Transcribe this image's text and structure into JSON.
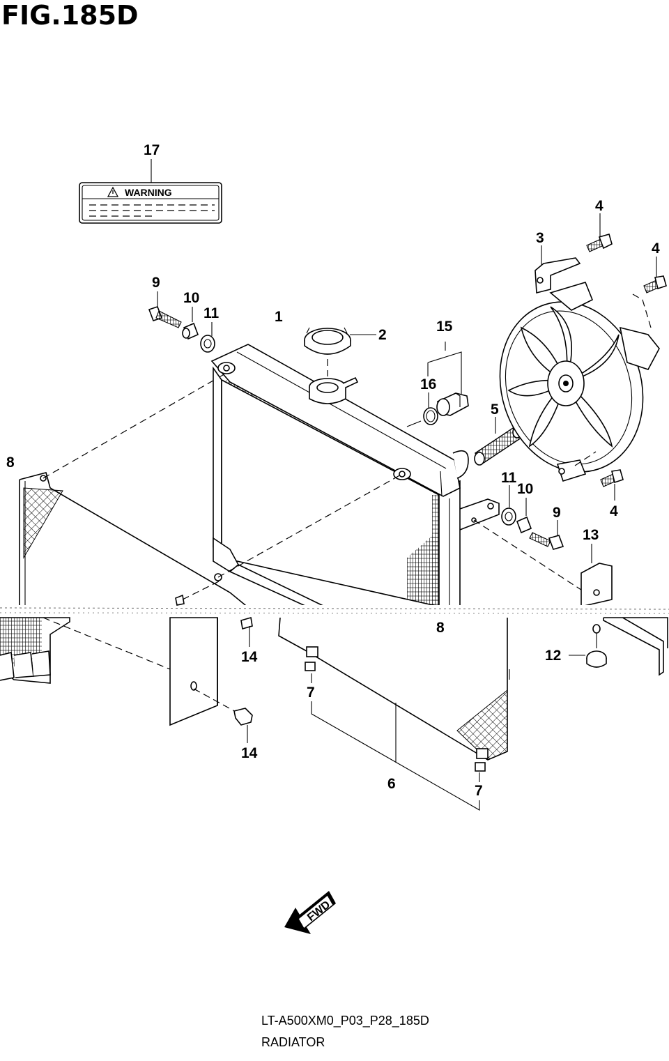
{
  "figure": {
    "title": "FIG.185D",
    "model_code": "LT-A500XM0_P03_P28_185D",
    "name": "RADIATOR"
  },
  "warning_label": {
    "text": "WARNING",
    "icon": "warning-triangle-icon"
  },
  "fwd_arrow": {
    "label": "FWD",
    "icon": "forward-arrow-icon"
  },
  "callouts": {
    "c1": "1",
    "c2": "2",
    "c3": "3",
    "c4a": "4",
    "c4b": "4",
    "c4c": "4",
    "c5": "5",
    "c6": "6",
    "c7a": "7",
    "c7b": "7",
    "c8a": "8",
    "c8b": "8",
    "c9a": "9",
    "c9b": "9",
    "c10a": "10",
    "c10b": "10",
    "c11a": "11",
    "c11b": "11",
    "c12": "12",
    "c13": "13",
    "c14a": "14",
    "c14b": "14",
    "c15": "15",
    "c16": "16",
    "c17": "17"
  }
}
